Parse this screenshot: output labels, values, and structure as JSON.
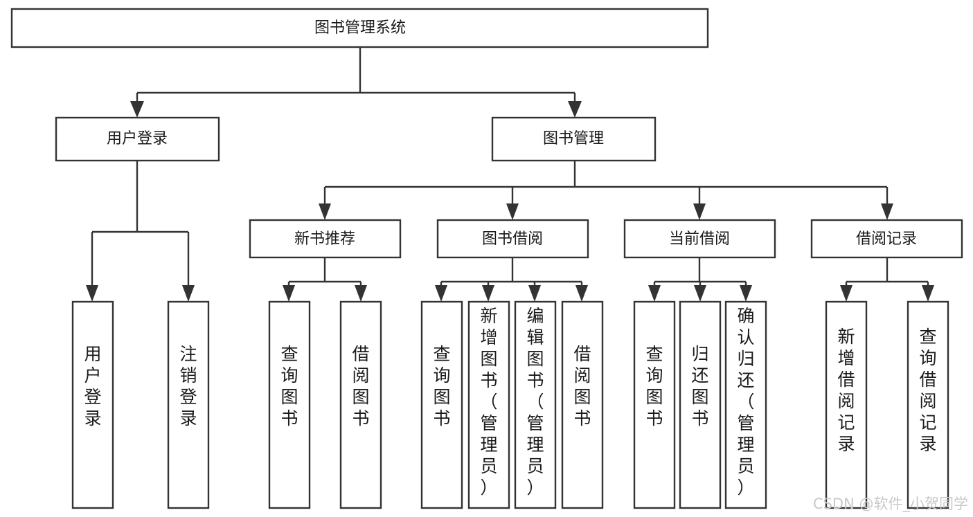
{
  "diagram": {
    "type": "tree-hierarchy-chart",
    "title": "图书管理系统",
    "root": {
      "label": "图书管理系统"
    },
    "level2": [
      {
        "id": "user-login",
        "label": "用户登录"
      },
      {
        "id": "book-management",
        "label": "图书管理"
      }
    ],
    "level3": [
      {
        "id": "new-book-recommend",
        "label": "新书推荐"
      },
      {
        "id": "book-borrow",
        "label": "图书借阅"
      },
      {
        "id": "current-borrow",
        "label": "当前借阅"
      },
      {
        "id": "borrow-record",
        "label": "借阅记录"
      }
    ],
    "leaves": {
      "user_login": [
        {
          "id": "leaf-user-login",
          "label": "用户登录"
        },
        {
          "id": "leaf-logout-login",
          "label": "注销登录"
        }
      ],
      "new_book_recommend": [
        {
          "id": "leaf-query-book-1",
          "label": "查询图书"
        },
        {
          "id": "leaf-borrow-book-1",
          "label": "借阅图书"
        }
      ],
      "book_borrow": [
        {
          "id": "leaf-query-book-2",
          "label": "查询图书"
        },
        {
          "id": "leaf-add-book",
          "label": "新增图书（管理员）"
        },
        {
          "id": "leaf-edit-book",
          "label": "编辑图书（管理员）"
        },
        {
          "id": "leaf-borrow-book-2",
          "label": "借阅图书"
        }
      ],
      "current_borrow": [
        {
          "id": "leaf-query-book-3",
          "label": "查询图书"
        },
        {
          "id": "leaf-return-book",
          "label": "归还图书"
        },
        {
          "id": "leaf-confirm-return",
          "label": "确认归还（管理员）"
        }
      ],
      "borrow_record": [
        {
          "id": "leaf-add-record",
          "label": "新增借阅记录"
        },
        {
          "id": "leaf-query-record",
          "label": "查询借阅记录"
        }
      ]
    },
    "watermark": "CSDN @软件_小贺同学",
    "colors": {
      "background": "#ffffff",
      "box_stroke": "#333333",
      "box_fill": "#ffffff",
      "text": "#1a1a1a",
      "watermark": "#c9c9c9"
    }
  }
}
